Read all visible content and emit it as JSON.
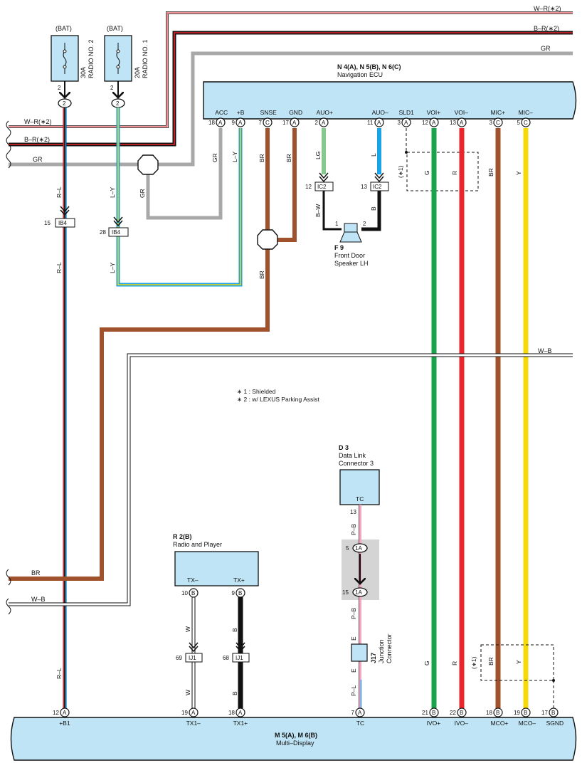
{
  "colors": {
    "ecu_fill": "#bfe4f5",
    "red": "#e8262b",
    "green": "#1aa34a",
    "brown": "#a0522d",
    "yellow": "#f5d90a",
    "gray": "#a8a8a8",
    "blue": "#1aa3e8",
    "lightgreen": "#86c98e",
    "pink": "#f2a7c3",
    "black": "#111111"
  },
  "fuses": [
    {
      "top": "(BAT)",
      "label_a": "30A",
      "label_b": "RADIO NO. 2",
      "pin": "2"
    },
    {
      "top": "(BAT)",
      "label_a": "20A",
      "label_b": "RADIO NO. 1",
      "pin": "2"
    }
  ],
  "right_labels": {
    "wr": "W–R(∗2)",
    "br": "B–R(∗2)",
    "gr": "GR",
    "wb": "W–B"
  },
  "left_labels": {
    "wr": "W–R(∗2)",
    "br": "B–R(∗2)",
    "gr": "GR",
    "br_lower": "BR",
    "wb_lower": "W–B"
  },
  "nav_ecu": {
    "code": "N 4(A), N 5(B), N 6(C)",
    "name": "Navigation ECU",
    "pins": [
      {
        "label": "ACC",
        "num": "18",
        "conn": "A"
      },
      {
        "label": "+B",
        "num": "9",
        "conn": "A"
      },
      {
        "label": "SNSE",
        "num": "7",
        "conn": "C"
      },
      {
        "label": "GND",
        "num": "17",
        "conn": "A"
      },
      {
        "label": "AUO+",
        "num": "2",
        "conn": "A"
      },
      {
        "label": "AUO–",
        "num": "11",
        "conn": "A"
      },
      {
        "label": "SLD1",
        "num": "3",
        "conn": "A"
      },
      {
        "label": "VOI+",
        "num": "12",
        "conn": "A"
      },
      {
        "label": "VOI–",
        "num": "13",
        "conn": "A"
      },
      {
        "label": "MIC+",
        "num": "3",
        "conn": "C"
      },
      {
        "label": "MIC–",
        "num": "5",
        "conn": "C"
      }
    ]
  },
  "wire_labels": {
    "rl": "R–L",
    "ly": "L–Y",
    "gr": "GR",
    "br": "BR",
    "lg": "LG",
    "l": "L",
    "g": "G",
    "r": "R",
    "y": "Y",
    "bw": "B–W",
    "b": "B",
    "w": "W",
    "pb": "P–B",
    "e": "E",
    "pl": "P–L",
    "shield1": "(∗1)"
  },
  "connectors": {
    "ib4_15": {
      "num": "15",
      "code": "IB4"
    },
    "ib4_28": {
      "num": "28",
      "code": "IB4"
    },
    "ic2_12": {
      "num": "12",
      "code": "IC2"
    },
    "ic2_13": {
      "num": "13",
      "code": "IC2"
    },
    "ij1_69": {
      "num": "69",
      "code": "IJ1"
    },
    "ij1_68": {
      "num": "68",
      "code": "IJ1"
    },
    "j1a_5": {
      "num": "5",
      "code": "1A"
    },
    "j1a_15": {
      "num": "15",
      "code": "1A"
    }
  },
  "speaker": {
    "code": "F 9",
    "name_1": "Front Door",
    "name_2": "Speaker LH",
    "pin1": "1",
    "pin2": "2"
  },
  "notes": [
    "∗ 1 : Shielded",
    "∗ 2 : w/ LEXUS Parking Assist"
  ],
  "dlc": {
    "code": "D 3",
    "name_1": "Data Link",
    "name_2": "Connector 3",
    "pin_label": "TC",
    "pin": "13"
  },
  "radio": {
    "code": "R 2(B)",
    "name": "Radio and Player",
    "pins": [
      {
        "label": "TX–",
        "num": "10",
        "conn": "B"
      },
      {
        "label": "TX+",
        "num": "9",
        "conn": "B"
      }
    ]
  },
  "junction": {
    "code": "J17",
    "name_1": "Junction",
    "name_2": "Connector"
  },
  "multi_display": {
    "code": "M 5(A), M 6(B)",
    "name": "Multi–Display",
    "pins": [
      {
        "label": "+B1",
        "num": "12",
        "conn": "A"
      },
      {
        "label": "TX1–",
        "num": "19",
        "conn": "A"
      },
      {
        "label": "TX1+",
        "num": "18",
        "conn": "A"
      },
      {
        "label": "TC",
        "num": "7",
        "conn": "A"
      },
      {
        "label": "IVO+",
        "num": "21",
        "conn": "B"
      },
      {
        "label": "IVO–",
        "num": "22",
        "conn": "B"
      },
      {
        "label": "MCO+",
        "num": "18",
        "conn": "B"
      },
      {
        "label": "MCO–",
        "num": "19",
        "conn": "B"
      },
      {
        "label": "SGND",
        "num": "17",
        "conn": "B"
      }
    ]
  }
}
